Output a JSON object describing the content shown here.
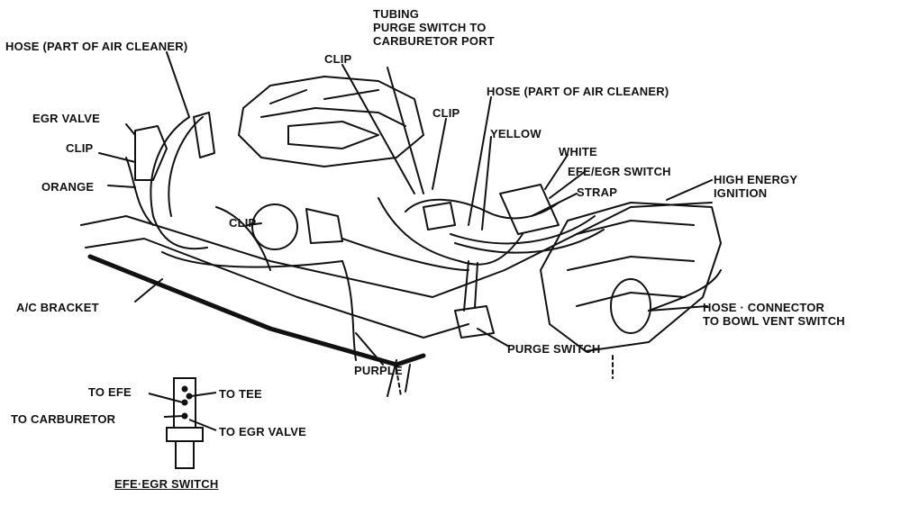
{
  "diagram": {
    "callouts": [
      {
        "id": "hose-air-cleaner-left",
        "text": "HOSE (PART OF AIR CLEANER)"
      },
      {
        "id": "tubing-purge",
        "text": "TUBING\nPURGE SWITCH TO\nCARBURETOR PORT"
      },
      {
        "id": "clip-top",
        "text": "CLIP"
      },
      {
        "id": "hose-air-cleaner-right",
        "text": "HOSE (PART OF AIR CLEANER)"
      },
      {
        "id": "egr-valve",
        "text": "EGR VALVE"
      },
      {
        "id": "clip-mid",
        "text": "CLIP"
      },
      {
        "id": "yellow",
        "text": "YELLOW"
      },
      {
        "id": "clip-left",
        "text": "CLIP"
      },
      {
        "id": "white",
        "text": "WHITE"
      },
      {
        "id": "efe-egr-switch",
        "text": "EFE/EGR SWITCH"
      },
      {
        "id": "high-energy-ignition",
        "text": "HIGH ENERGY\nIGNITION"
      },
      {
        "id": "orange",
        "text": "ORANGE"
      },
      {
        "id": "strap",
        "text": "STRAP"
      },
      {
        "id": "clip-center",
        "text": "CLIP"
      },
      {
        "id": "ac-bracket",
        "text": "A/C BRACKET"
      },
      {
        "id": "hose-connector",
        "text": "HOSE · CONNECTOR\nTO BOWL VENT SWITCH"
      },
      {
        "id": "purge-switch",
        "text": "PURGE SWITCH"
      },
      {
        "id": "purple",
        "text": "PURPLE"
      }
    ],
    "inset": {
      "labels": [
        {
          "id": "to-efe",
          "text": "TO EFE"
        },
        {
          "id": "to-tee",
          "text": "TO TEE"
        },
        {
          "id": "to-carburetor",
          "text": "TO CARBURETOR"
        },
        {
          "id": "to-egr-valve",
          "text": "TO EGR VALVE"
        }
      ],
      "caption": "EFE·EGR SWITCH"
    }
  }
}
